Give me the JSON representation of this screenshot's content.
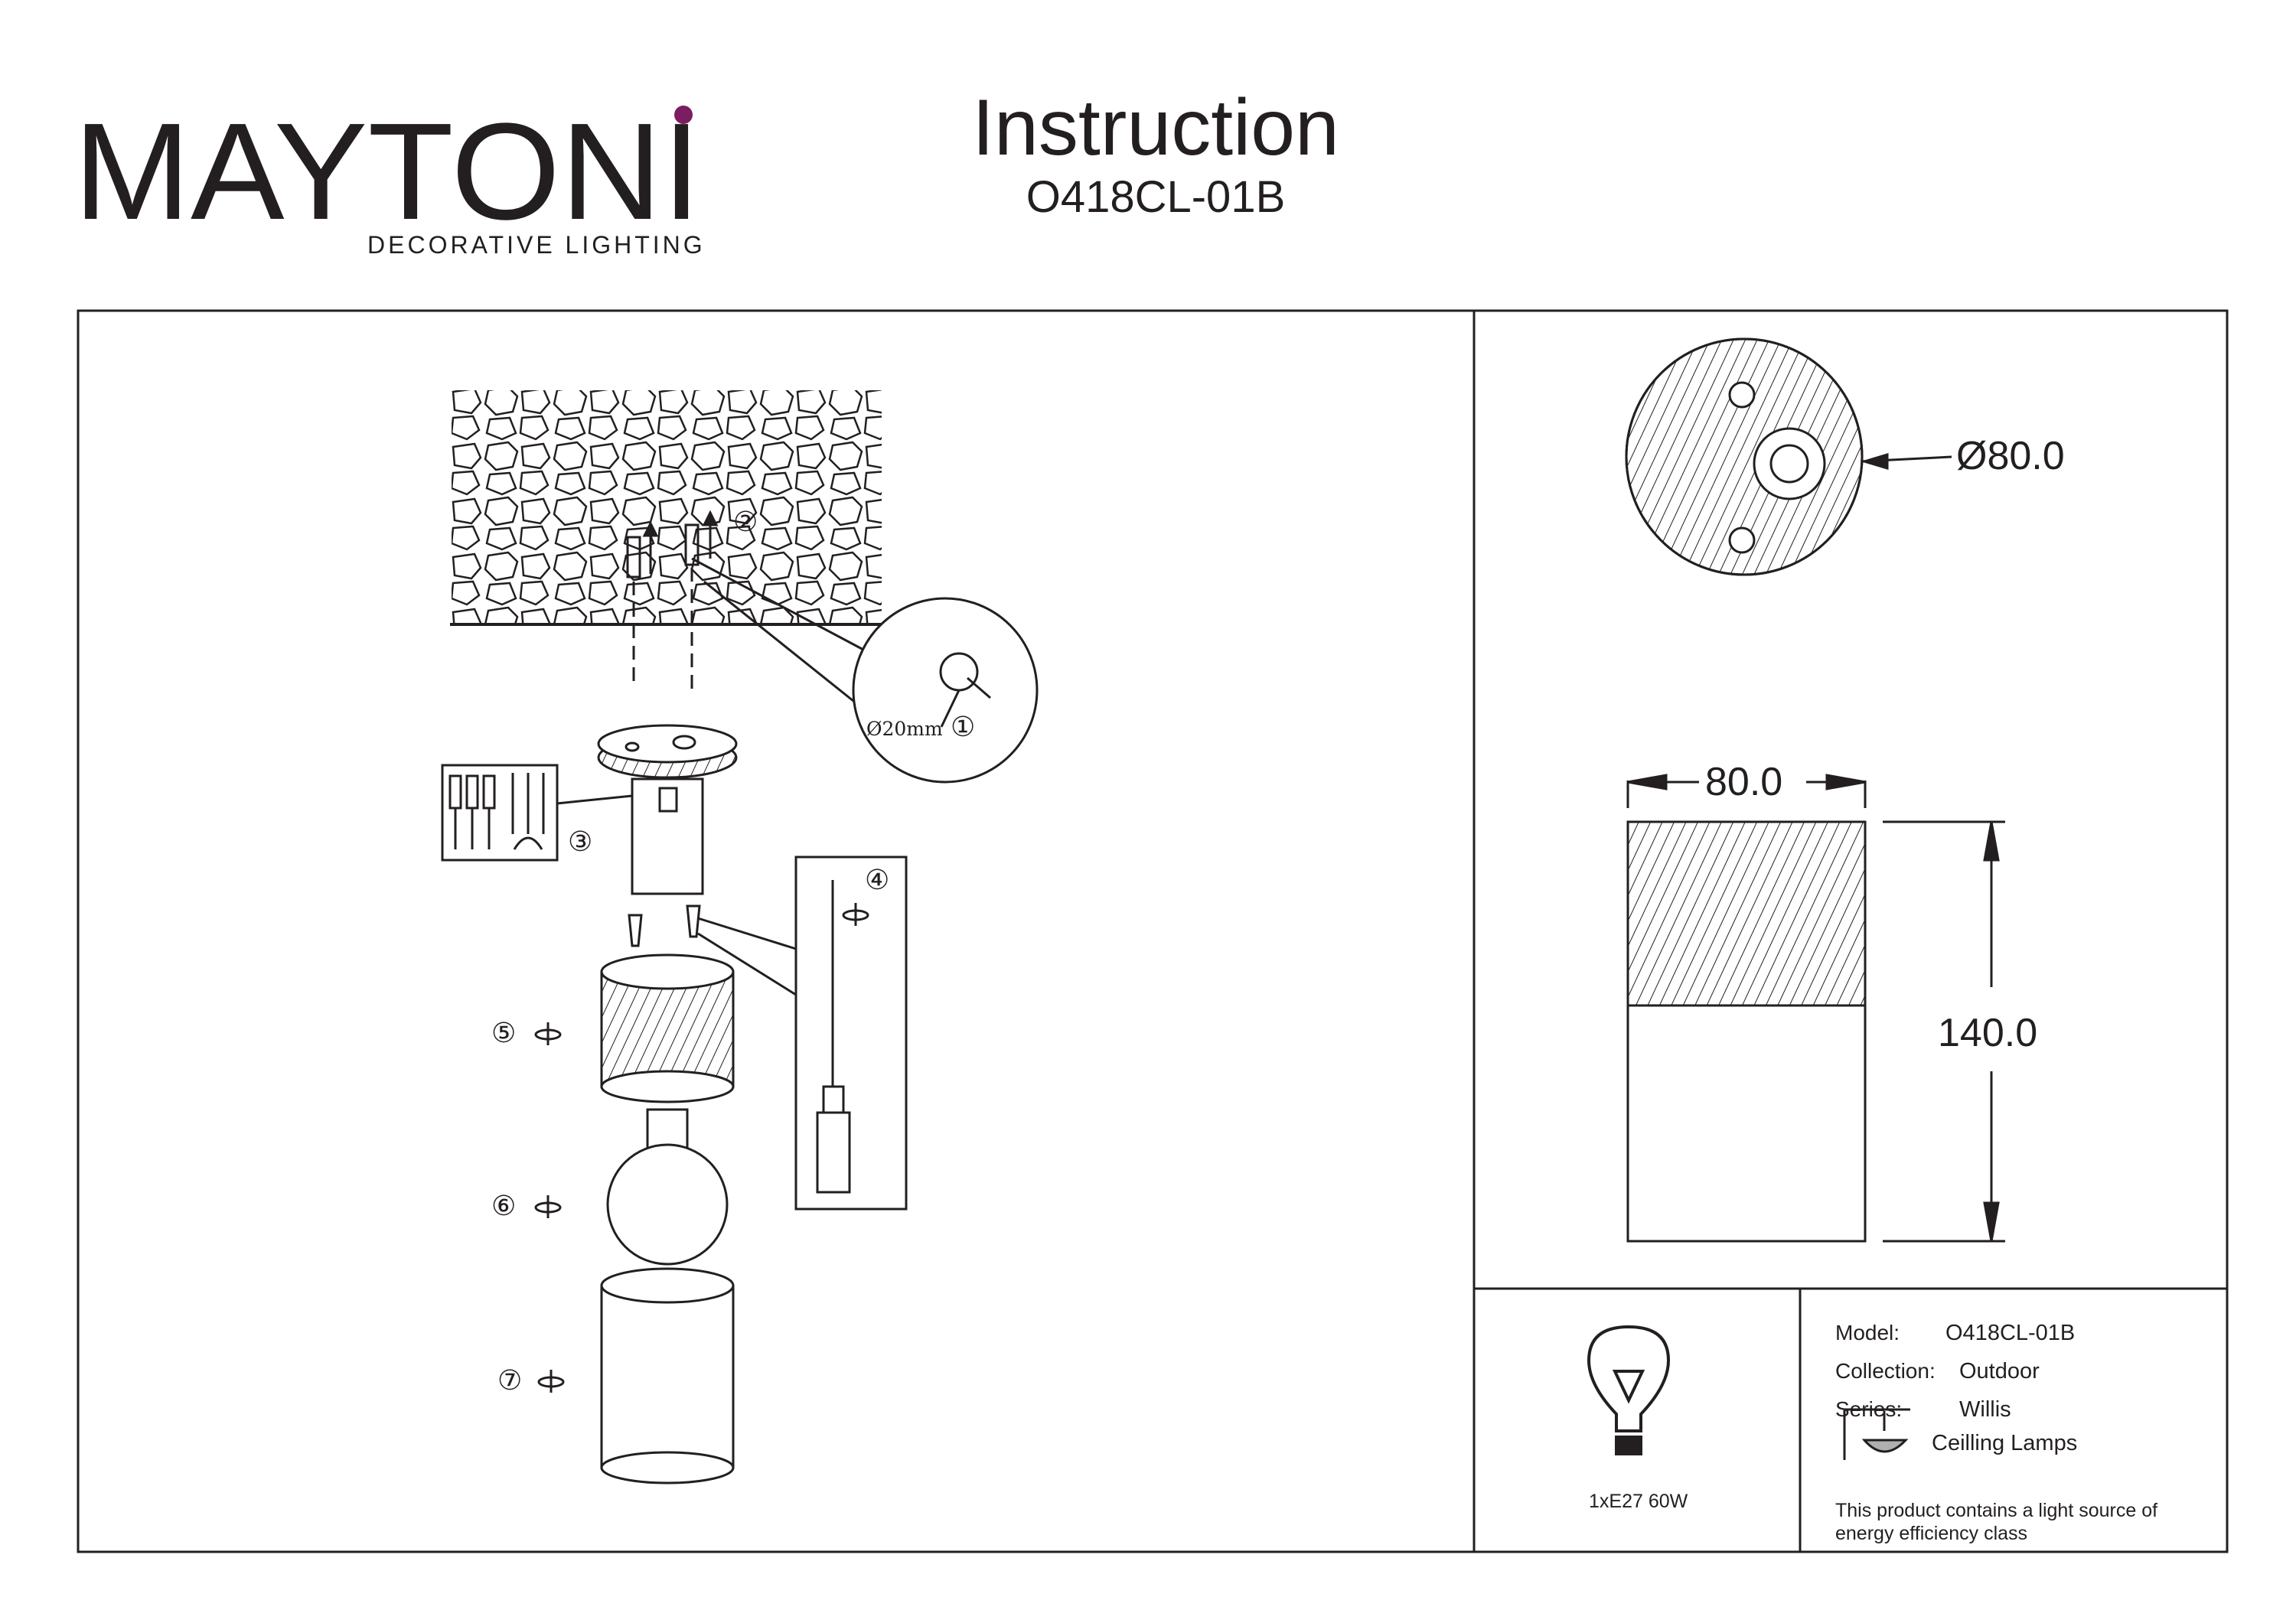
{
  "brand": {
    "name": "MAYTONI",
    "tagline": "DECORATIVE LIGHTING",
    "accent_color": "#7b1e5f"
  },
  "header": {
    "title": "Instruction",
    "model": "O418CL-01B"
  },
  "assembly": {
    "hole_diameter": "Ø20mm",
    "steps": [
      "①",
      "②",
      "③",
      "④",
      "⑤",
      "⑥",
      "⑦"
    ]
  },
  "dimensions": {
    "top_diameter": "Ø80.0",
    "width": "80.0",
    "height": "140.0"
  },
  "lamp": {
    "icon": "light-bulb-icon",
    "spec": "1xE27 60W"
  },
  "specs": {
    "model_label": "Model:",
    "model_value": "O418CL-01B",
    "collection_label": "Collection:",
    "collection_value": "Outdoor",
    "series_label": "Series:",
    "series_value": "Willis",
    "type_icon": "ceiling-lamp-icon",
    "type_value": "Ceilling Lamps",
    "energy_line1": "This product contains a light source of",
    "energy_line2": "energy efficiency class"
  }
}
